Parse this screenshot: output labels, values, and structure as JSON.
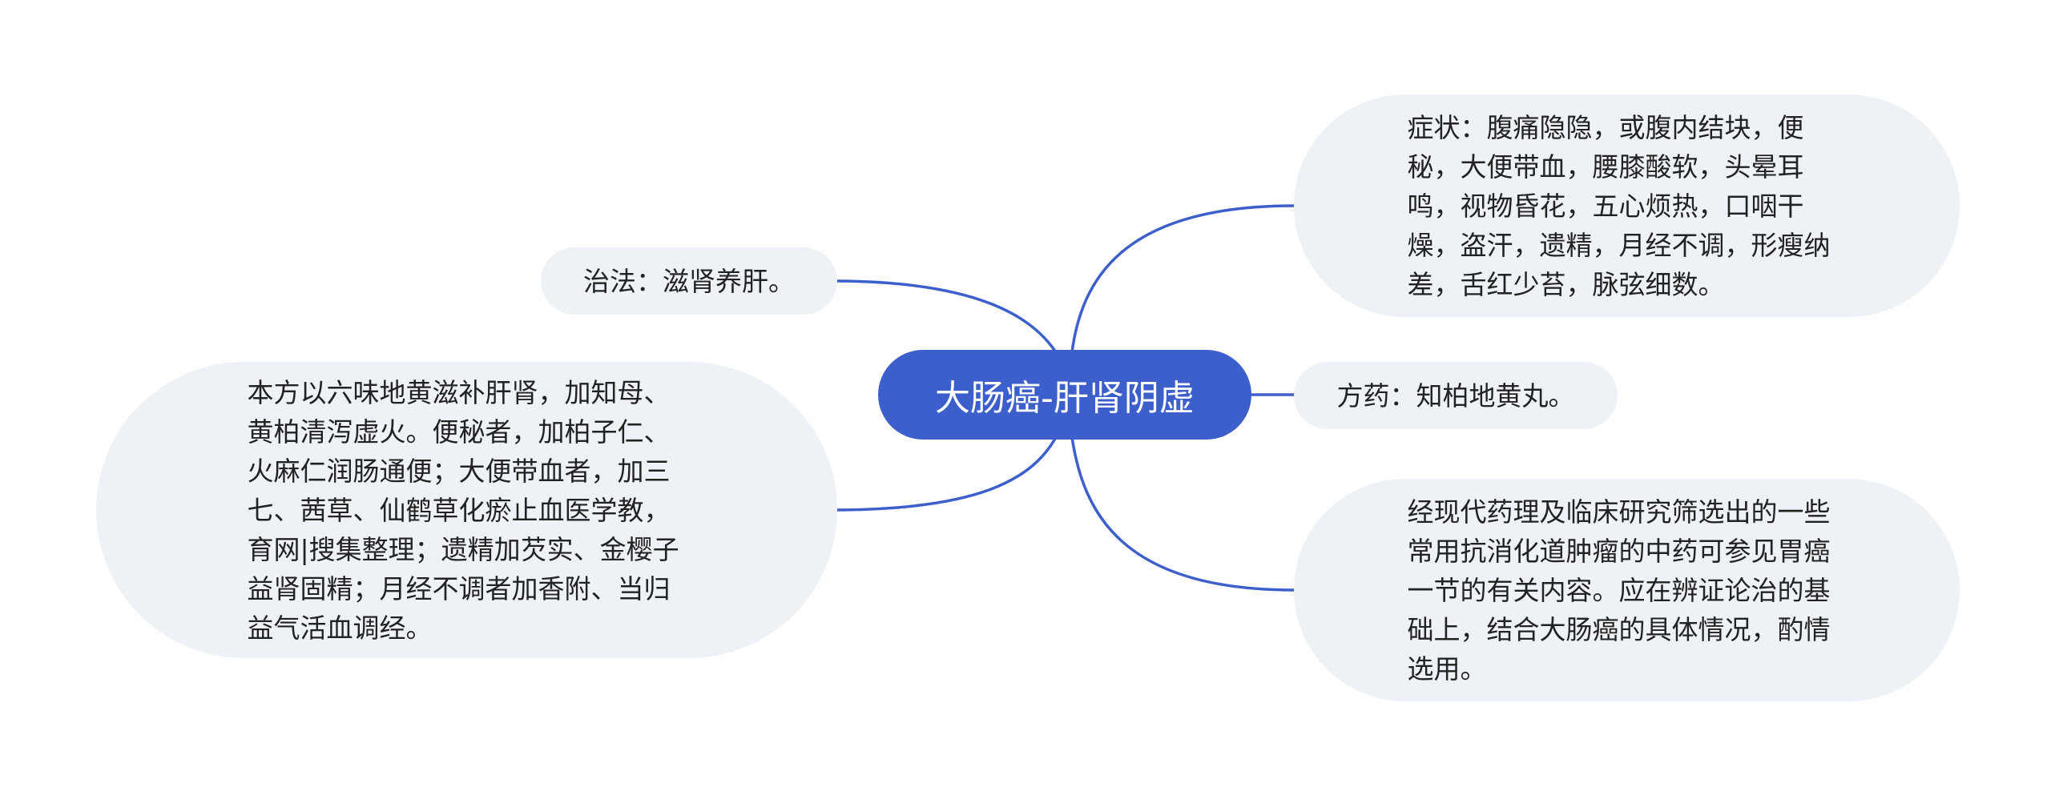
{
  "colors": {
    "root_fill": "#3d5fcc",
    "node_fill": "#eef1f5",
    "link": "#3d5fcc",
    "text": "#222222"
  },
  "mindmap": {
    "root": "大肠癌-肝肾阴虚",
    "branches": {
      "treatment": "治法：滋肾养肝。",
      "symptoms": "症状：腹痛隐隐，或腹内结块，便秘，大便带血，腰膝酸软，头晕耳鸣，视物昏花，五心烦热，口咽干燥，盗汗，遗精，月经不调，形瘦纳差，舌红少苔，脉弦细数。",
      "formula": "方药：知柏地黄丸。",
      "herbs": "经现代药理及临床研究筛选出的一些常用抗消化道肿瘤的中药可参见胃癌一节的有关内容。应在辨证论治的基础上，结合大肠癌的具体情况，酌情选用。",
      "explanation": "本方以六味地黄滋补肝肾，加知母、黄柏清泻虚火。便秘者，加柏子仁、火麻仁润肠通便；大便带血者，加三七、茜草、仙鹤草化瘀止血医学教，育网|搜集整理；遗精加芡实、金樱子益肾固精；月经不调者加香附、当归益气活血调经。"
    }
  }
}
